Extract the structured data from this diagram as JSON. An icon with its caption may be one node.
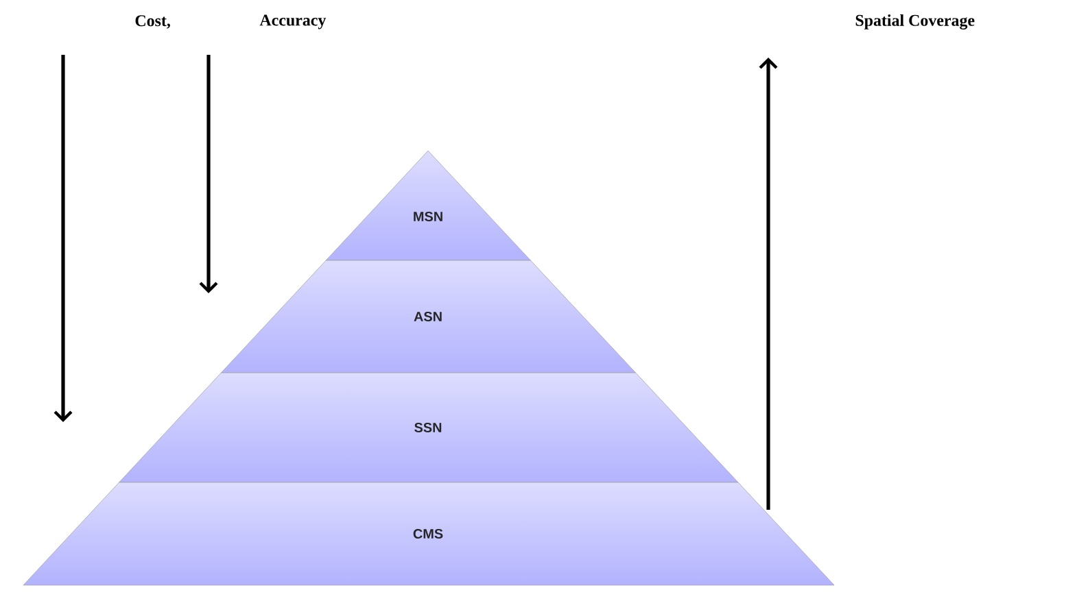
{
  "diagram": {
    "nodes": [
      {
        "text": [
          "MSN"
        ]
      },
      {
        "text": [
          "ASN"
        ]
      },
      {
        "text": [
          "SSN"
        ]
      },
      {
        "text": [
          "CMS"
        ]
      }
    ],
    "labels": [
      "Cost,",
      "Accuracy",
      "Spatial Coverage"
    ]
  }
}
